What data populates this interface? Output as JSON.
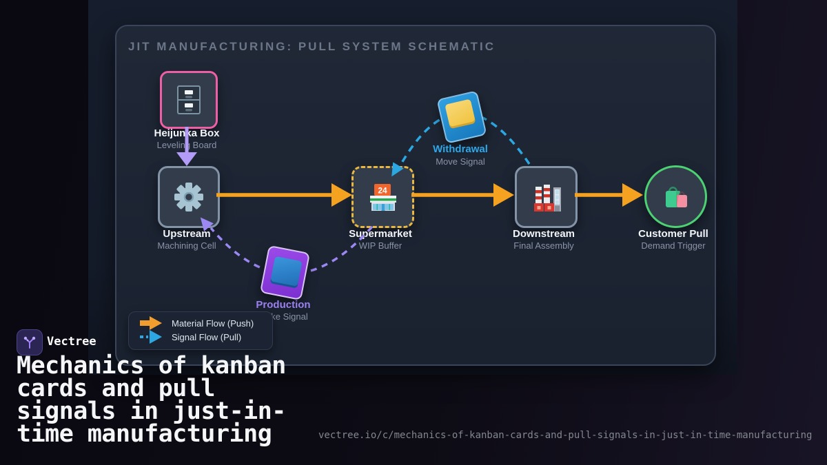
{
  "branding": {
    "name": "Vectree",
    "headline_lines": [
      "Mechanics of kanban",
      "cards and pull",
      "signals in just-in-",
      "time manufacturing"
    ]
  },
  "footer": {
    "url": "vectree.io/c/mechanics-of-kanban-cards-and-pull-signals-in-just-in-time-manufacturing"
  },
  "diagram": {
    "title": "JIT MANUFACTURING: PULL SYSTEM SCHEMATIC",
    "nodes": [
      {
        "id": "heijunka-box",
        "label": "Heijunka Box",
        "sublabel": "Leveling Board",
        "shape": "rounded-square",
        "border_color": "#ef5fa5",
        "icon": "file-cabinet-icon"
      },
      {
        "id": "upstream",
        "label": "Upstream",
        "sublabel": "Machining Cell",
        "shape": "rounded-square",
        "border_color": "#8494a8",
        "icon": "gear-icon"
      },
      {
        "id": "supermarket",
        "label": "Supermarket",
        "sublabel": "WIP Buffer",
        "shape": "rounded-square-dashed",
        "border_color": "#eab840",
        "icon": "convenience-store-icon",
        "icon_text": "24"
      },
      {
        "id": "downstream",
        "label": "Downstream",
        "sublabel": "Final Assembly",
        "shape": "rounded-square",
        "border_color": "#8494a8",
        "icon": "factory-icon"
      },
      {
        "id": "customer-pull",
        "label": "Customer Pull",
        "sublabel": "Demand Trigger",
        "shape": "circle",
        "border_color": "#4cd273",
        "icon": "shopping-bags-icon"
      }
    ],
    "kanban_cards": [
      {
        "id": "withdrawal",
        "label": "Withdrawal",
        "sublabel": "Move Signal",
        "label_color": "#2ea7e8",
        "card_color": "#1e88cf",
        "inner_color": "#f2c94c"
      },
      {
        "id": "production",
        "label": "Production",
        "sublabel": "Make Signal",
        "label_color": "#9b80f0",
        "card_color": "#8a3be0",
        "inner_color": "#2e86d2"
      }
    ],
    "legend": [
      {
        "label": "Material Flow (Push)",
        "color": "#f49d2a",
        "style": "solid"
      },
      {
        "label": "Signal Flow (Pull)",
        "color": "#2da7e2",
        "style": "dashed"
      }
    ],
    "flow_colors": {
      "material": "#f5a221",
      "pull_signal": "#2da7e2",
      "make_signal": "#9b88f2",
      "level_signal": "#b39cf8"
    }
  }
}
